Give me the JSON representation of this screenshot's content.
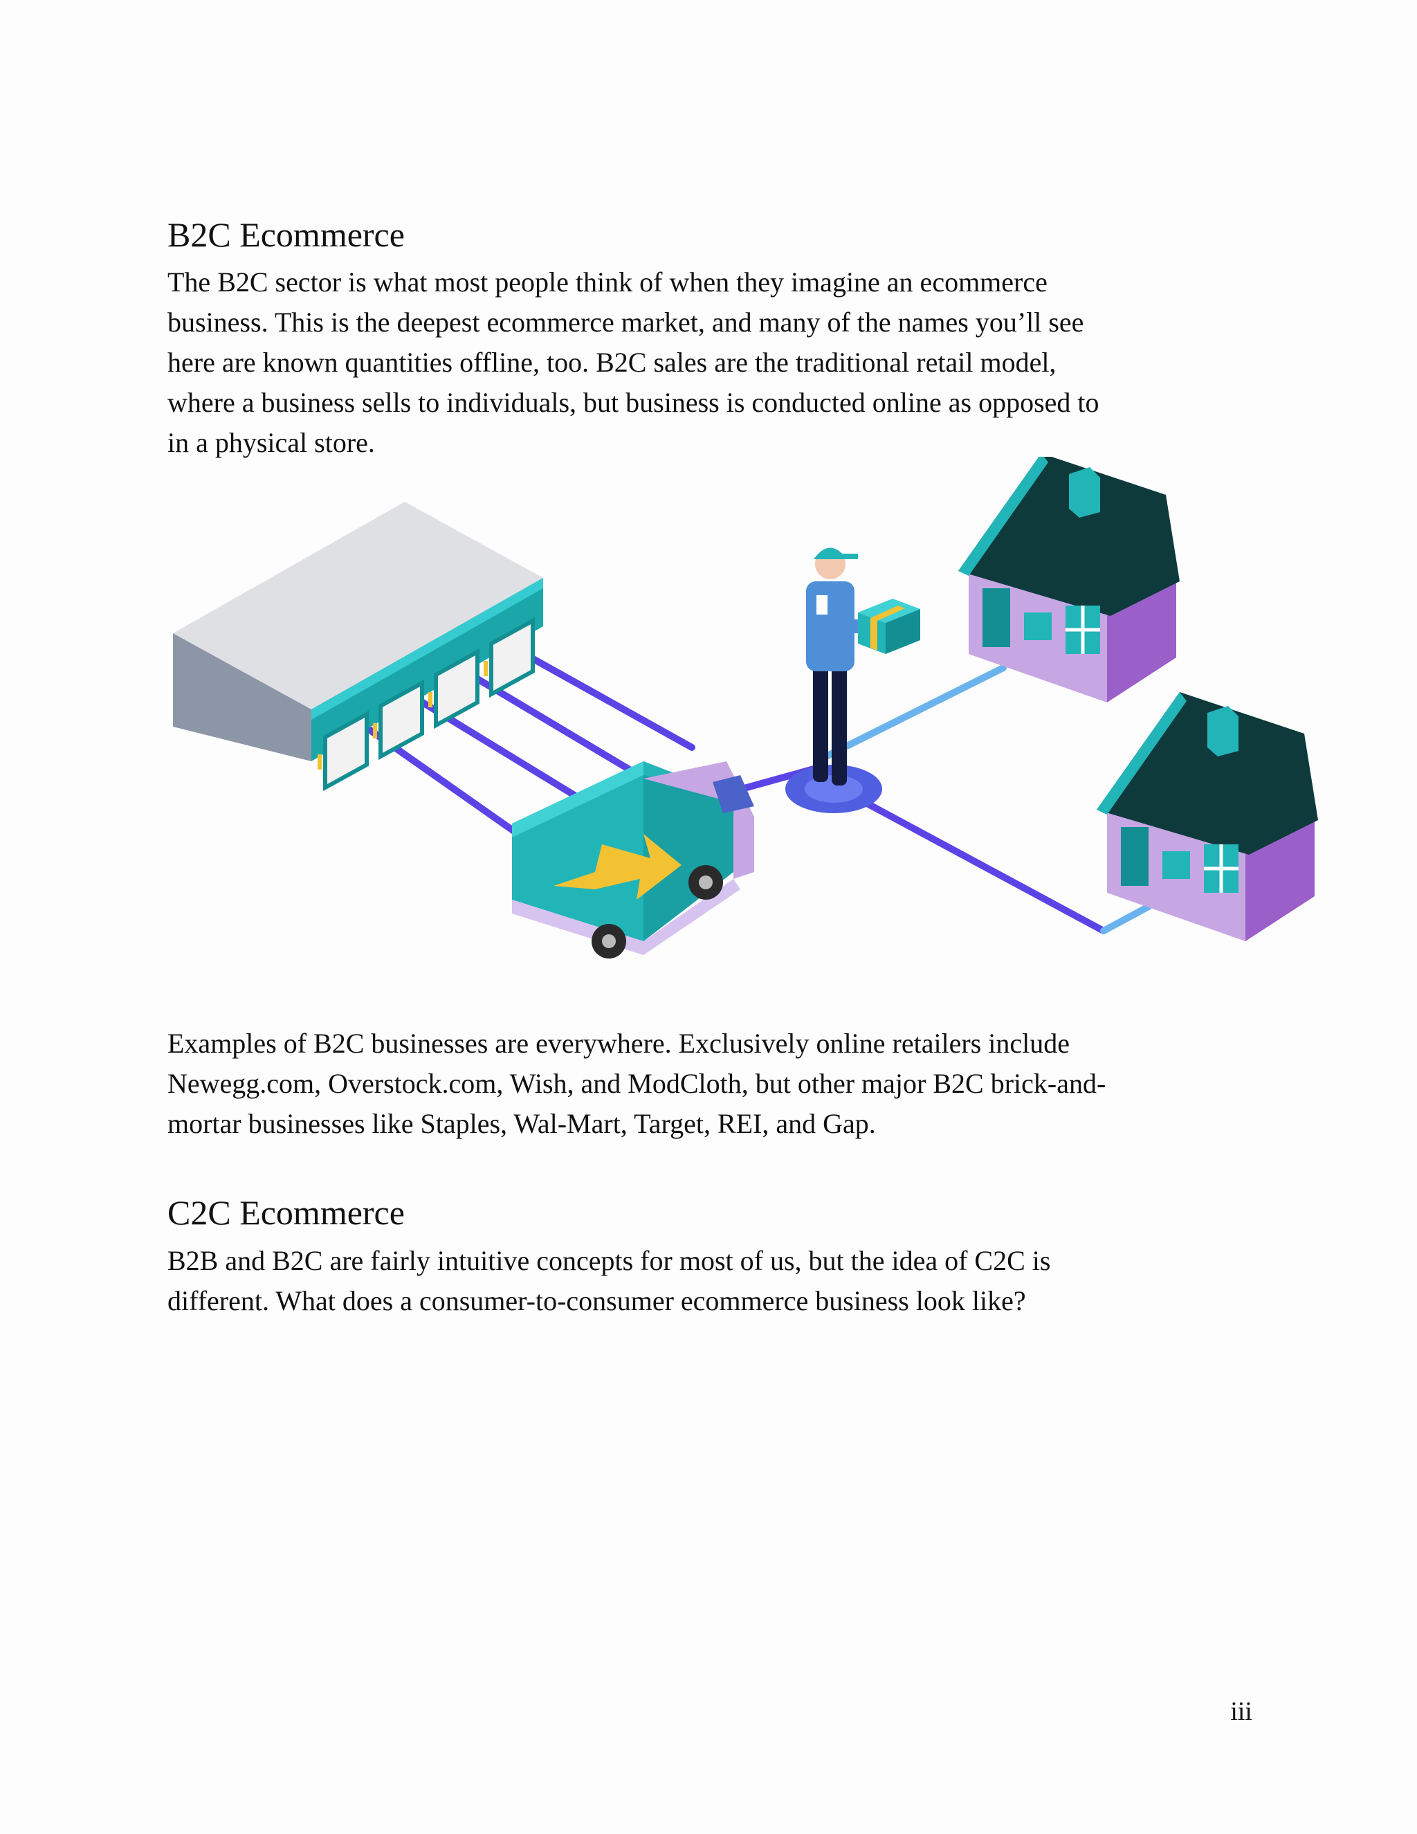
{
  "sections": {
    "b2c": {
      "heading": "B2C Ecommerce",
      "paragraph_lines": [
        "The B2C sector is what most people think of when they imagine an ecommerce",
        "business. This is the deepest ecommerce market, and many of the names you’ll see",
        "here are known quantities offline, too. B2C sales are the traditional retail model,",
        "where a business sells to individuals, but business is conducted online as opposed to",
        "in a physical store."
      ]
    },
    "examples": {
      "paragraph_lines": [
        "Examples of B2C businesses are everywhere. Exclusively online retailers include",
        "Newegg.com, Overstock.com, Wish, and ModCloth, but other major B2C brick-and-",
        "mortar businesses like Staples, Wal-Mart, Target, REI, and Gap."
      ]
    },
    "c2c": {
      "heading": "C2C Ecommerce",
      "paragraph_lines": [
        "B2B and B2C are fairly intuitive concepts for most of us, but the idea of C2C is",
        "different. What does a consumer-to-consumer ecommerce business look like?"
      ]
    }
  },
  "page_number": "iii",
  "illustration": {
    "icons": [
      "warehouse-icon",
      "delivery-truck-icon",
      "courier-person-icon",
      "package-icon",
      "house-icon"
    ],
    "colors": {
      "teal": "#22b5b8",
      "teal_dark": "#138e92",
      "lavender": "#c6a7e3",
      "purple": "#9a5fc9",
      "roof": "#0f3a3c",
      "route_line": "#5a44e6",
      "route_line_light": "#6ab3ee",
      "warehouse_roof": "#dfe0e4",
      "warehouse_side": "#8d96a6",
      "arrow": "#f2c233"
    }
  }
}
